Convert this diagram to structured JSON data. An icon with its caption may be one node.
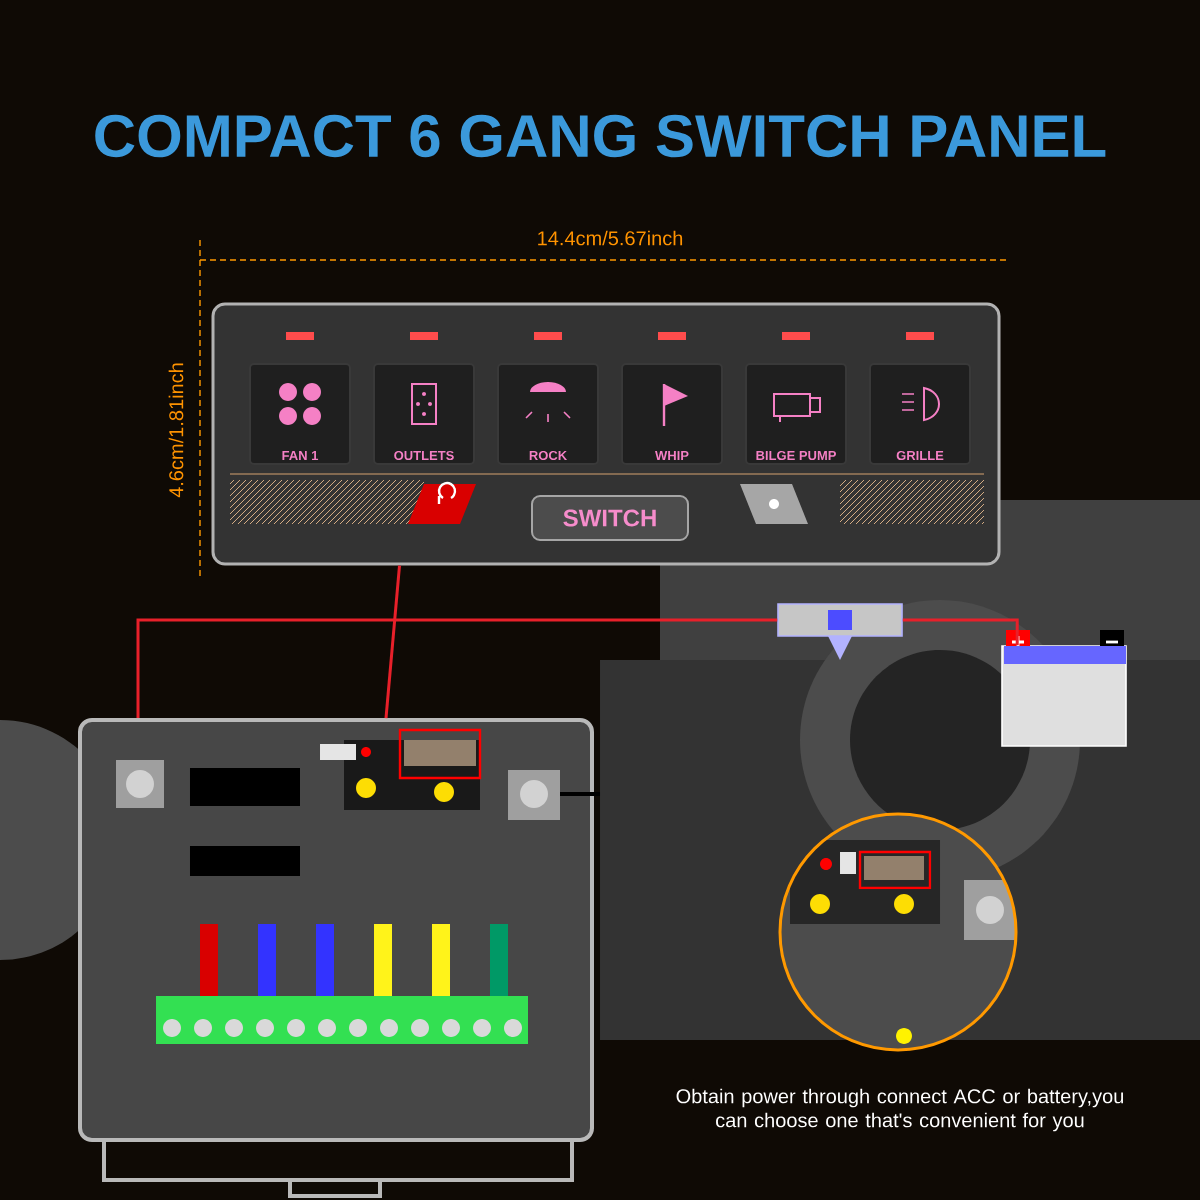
{
  "diagram": {
    "title": "COMPACT 6 GANG SWITCH PANEL",
    "nodes": [
      {
        "text": [],
        "shape": "box"
      },
      {
        "text": [
          "FAN 1"
        ],
        "in": 0
      },
      {
        "text": [
          "OUTLETS"
        ],
        "in": 0
      },
      {
        "text": [
          "ROCK"
        ],
        "in": 0
      },
      {
        "text": [
          "WHIP"
        ],
        "in": 0
      },
      {
        "text": [
          "BILGE PUMP"
        ],
        "in": 0
      },
      {
        "text": [
          "GRILLE"
        ],
        "in": 0
      },
      {
        "text": [
          "SWITCH"
        ],
        "in": 0
      },
      {
        "text": [],
        "shape": "box"
      },
      {
        "text": [],
        "shape": "picture"
      },
      {
        "text": [],
        "shape": "picture"
      }
    ],
    "edges": [
      {
        "from": 8,
        "to": 9,
        "arrow": "none",
        "color": "#e8202a"
      },
      {
        "from": 9,
        "to": 10,
        "arrow": "none",
        "color": "#e8202a"
      },
      {
        "from": 0,
        "to": 8,
        "arrow": "none",
        "color": "#e8202a"
      }
    ],
    "labels": [
      "14.4cm/5.67inch",
      "4.6cm/1.81inch",
      "Obtain power through connect ACC or battery,you can choose one that's convenient for you"
    ]
  }
}
